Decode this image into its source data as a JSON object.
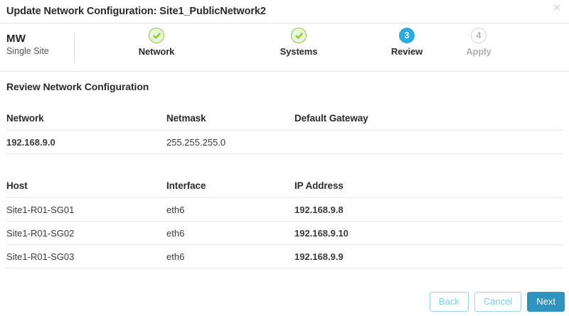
{
  "dialog": {
    "title": "Update Network Configuration: Site1_PublicNetwork2",
    "close_label": "✕"
  },
  "site": {
    "name": "MW",
    "subtitle": "Single Site"
  },
  "stepper": {
    "steps": [
      {
        "number": "1",
        "label": "Network",
        "state": "done",
        "marker": "check-icon"
      },
      {
        "number": "2",
        "label": "Systems",
        "state": "done",
        "marker": "check-icon"
      },
      {
        "number": "3",
        "label": "Review",
        "state": "current",
        "marker": "3"
      },
      {
        "number": "4",
        "label": "Apply",
        "state": "pending",
        "marker": "4"
      }
    ]
  },
  "main": {
    "section_title": "Review Network Configuration",
    "network_table": {
      "headers": [
        "Network",
        "Netmask",
        "Default Gateway"
      ],
      "rows": [
        {
          "network": "192.168.9.0",
          "netmask": "255.255.255.0",
          "gateway": ""
        }
      ]
    },
    "host_table": {
      "headers": [
        "Host",
        "Interface",
        "IP Address"
      ],
      "rows": [
        {
          "host": "Site1-R01-SG01",
          "interface": "eth6",
          "ip": "192.168.9.8"
        },
        {
          "host": "Site1-R01-SG02",
          "interface": "eth6",
          "ip": "192.168.9.10"
        },
        {
          "host": "Site1-R01-SG03",
          "interface": "eth6",
          "ip": "192.168.9.9"
        }
      ]
    }
  },
  "footer": {
    "back_label": "Back",
    "cancel_label": "Cancel",
    "next_label": "Next"
  },
  "colors": {
    "link": "#1b9ad6",
    "current_step": "#29abe2",
    "done_step": "#8cc63f",
    "primary_button": "#2e93bf"
  }
}
